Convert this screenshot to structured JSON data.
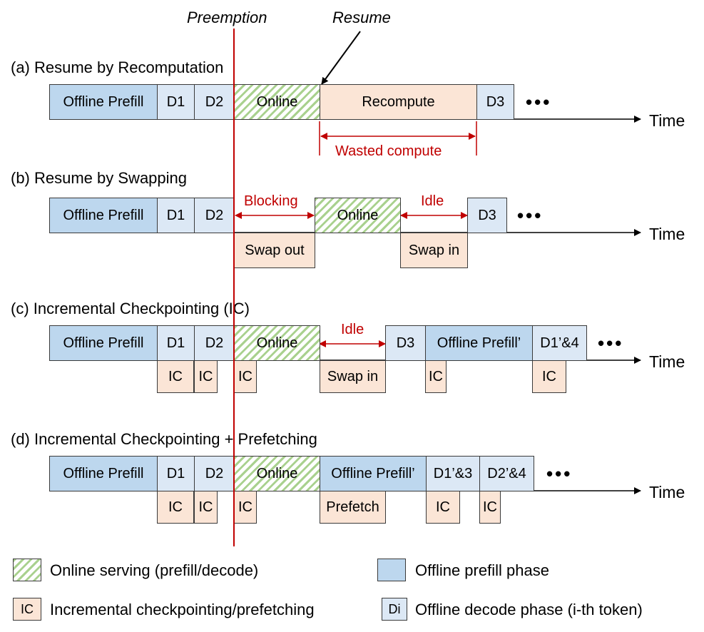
{
  "top_labels": {
    "preemption": "Preemption",
    "resume": "Resume"
  },
  "rows": {
    "a": {
      "title": "(a) Resume by Recomputation",
      "time_label": "Time",
      "boxes": [
        "Offline Prefill",
        "D1",
        "D2",
        "Online",
        "Recompute",
        "D3"
      ],
      "annotation": "Wasted compute"
    },
    "b": {
      "title": "(b) Resume by Swapping",
      "time_label": "Time",
      "boxes": [
        "Offline Prefill",
        "D1",
        "D2",
        "Online",
        "D3"
      ],
      "lower_boxes": [
        "Swap out",
        "Swap in"
      ],
      "annotations": [
        "Blocking",
        "Idle"
      ]
    },
    "c": {
      "title": "(c) Incremental Checkpointing  (IC)",
      "time_label": "Time",
      "boxes": [
        "Offline Prefill",
        "D1",
        "D2",
        "Online",
        "D3",
        "Offline Prefill’",
        "D1’&4"
      ],
      "lower_boxes": [
        "IC",
        "IC",
        "IC",
        "Swap in",
        "IC",
        "IC"
      ],
      "annotation": "Idle"
    },
    "d": {
      "title": "(d) Incremental Checkpointing + Prefetching",
      "time_label": "Time",
      "boxes": [
        "Offline Prefill",
        "D1",
        "D2",
        "Online",
        "Offline Prefill’",
        "D1’&3",
        "D2’&4"
      ],
      "lower_boxes": [
        "IC",
        "IC",
        "IC",
        "Prefetch",
        "IC",
        "IC"
      ]
    }
  },
  "ellipsis": "•••",
  "legend": {
    "online": "Online serving (prefill/decode)",
    "offline_prefill": "Offline prefill phase",
    "ic_swatch": "IC",
    "ic": "Incremental checkpointing/prefetching",
    "di_swatch": "Di",
    "decode": "Offline decode phase (i-th token)"
  },
  "colors": {
    "offline_prefill": "#bdd7ee",
    "offline_decode": "#dce8f5",
    "online_hatch": "#a9d18e",
    "checkpoint": "#fbe5d6",
    "annotation_red": "#c00000"
  }
}
